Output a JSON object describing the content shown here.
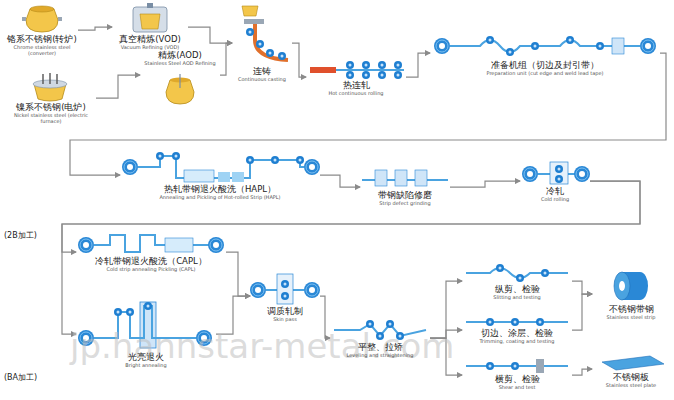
{
  "diagram": {
    "nodes": [
      {
        "text": [
          "铬系不锈钢(转炉)",
          "Chrome stainless steel (converter)"
        ]
      },
      {
        "text": [
          "真空精炼(VOD)",
          "Vacuum Refining (VOD)"
        ]
      },
      {
        "text": [
          "精炼(AOD)",
          "Stainless Steel AOD Refining"
        ]
      },
      {
        "text": [
          "镍系不锈钢(电炉)",
          "Nickel stainless steel (electric furnace)"
        ]
      },
      {
        "text": [
          "连铸",
          "Continuous casting"
        ]
      },
      {
        "text": [
          "热连轧",
          "Hot continuous rolling"
        ]
      },
      {
        "text": [
          "准备机组（切边及封引带）",
          "Preparation unit (cut edge and weld lead tape)"
        ]
      },
      {
        "text": [
          "热轧带钢退火酸洗（HAPL）",
          "Annealing and Pickling of Hot-rolled Strip (HAPL)"
        ]
      },
      {
        "text": [
          "带钢缺陷修磨",
          "Strip defect grinding"
        ]
      },
      {
        "text": [
          "冷轧",
          "Cold rolling"
        ]
      },
      {
        "text": [
          "冷轧带钢退火酸洗（CAPL）",
          "Cold strip annealing Pickling (CAPL)"
        ]
      },
      {
        "text": [
          "光亮退火",
          "Bright annealing"
        ]
      },
      {
        "text": [
          "调质轧制",
          "Skin pass"
        ]
      },
      {
        "text": [
          "平整、拉矫",
          "Leveling and straightening"
        ]
      },
      {
        "text": [
          "纵剪、检验",
          "Slitting and testing"
        ]
      },
      {
        "text": [
          "切边、涂层、检验",
          "Trimming, coating and testing"
        ]
      },
      {
        "text": [
          "横剪、检验",
          "Shear and test"
        ]
      },
      {
        "text": [
          "不锈钢带钢",
          "Stainless steel strip"
        ]
      },
      {
        "text": [
          "不锈钢板",
          "Stainless steel plate"
        ]
      }
    ],
    "edges": [
      {
        "from": 0,
        "to": 1,
        "arrow": "to"
      },
      {
        "from": 1,
        "to": 4,
        "arrow": "to"
      },
      {
        "from": 3,
        "to": 2,
        "arrow": "to"
      },
      {
        "from": 2,
        "to": 4,
        "arrow": "to"
      },
      {
        "from": 4,
        "to": 5,
        "arrow": "to"
      },
      {
        "from": 5,
        "to": 6,
        "arrow": "to"
      },
      {
        "from": 6,
        "to": 7,
        "arrow": "to"
      },
      {
        "from": 7,
        "to": 8,
        "arrow": "to"
      },
      {
        "from": 8,
        "to": 9,
        "arrow": "to"
      },
      {
        "from": 9,
        "to": 10,
        "arrow": "to"
      },
      {
        "from": 9,
        "to": 11,
        "arrow": "to"
      },
      {
        "from": 10,
        "to": 12,
        "arrow": "to"
      },
      {
        "from": 11,
        "to": 12,
        "arrow": "to"
      },
      {
        "from": 12,
        "to": 13,
        "arrow": "to"
      },
      {
        "from": 13,
        "to": 14,
        "arrow": "to"
      },
      {
        "from": 13,
        "to": 15,
        "arrow": "to"
      },
      {
        "from": 13,
        "to": 16,
        "arrow": "to"
      },
      {
        "from": 14,
        "to": 17,
        "arrow": "to"
      },
      {
        "from": 15,
        "to": 17,
        "arrow": "to"
      },
      {
        "from": 16,
        "to": 18,
        "arrow": "to"
      }
    ],
    "labels": [
      "(2B加工)",
      "(BA加工)",
      "jp.hannstar-metal.com"
    ]
  }
}
